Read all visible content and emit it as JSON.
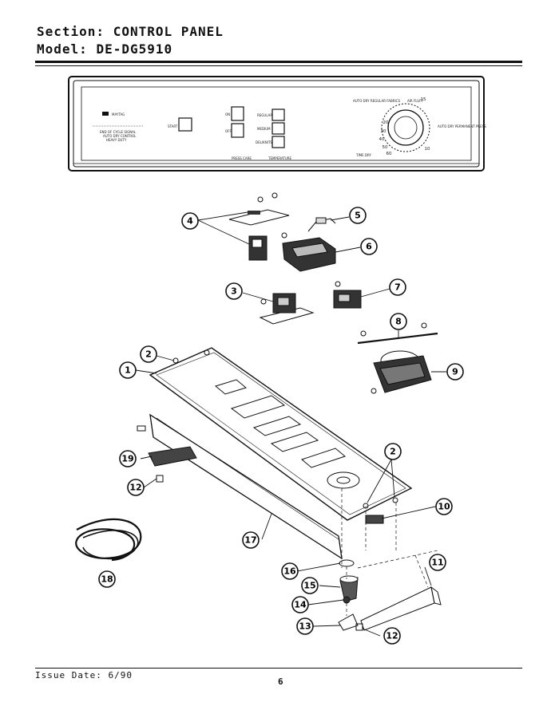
{
  "header": {
    "section_label": "Section:",
    "section_value": "CONTROL PANEL",
    "model_label": "Model:",
    "model_value": "DE-DG5910"
  },
  "panel": {
    "brand": "MAYTAG",
    "start_label": "START",
    "on_label": "ON",
    "off_label": "OFF",
    "eoc_label": "END OF CYCLE SIGNAL",
    "autodry_label": "AUTO DRY CONTROL",
    "heavy_duty_label": "HEAVY DUTY",
    "regular_label": "REGULAR",
    "medium_label": "MEDIUM",
    "delicate_label": "DEL/KNITS",
    "press_care_label": "PRESS CARE",
    "temperature_label": "TEMPERATURE",
    "timer": {
      "auto_dry_regular": "AUTO DRY REGULAR FABRICS",
      "auto_dry_perm": "AUTO DRY PERMANENT PRESS",
      "time_dry": "TIME DRY",
      "air_fluff": "AIR FLUFF",
      "numbers": [
        "15",
        "20",
        "30",
        "40",
        "50",
        "60",
        "10"
      ]
    }
  },
  "callouts": [
    "1",
    "2",
    "2",
    "2",
    "3",
    "4",
    "5",
    "6",
    "7",
    "8",
    "9",
    "10",
    "11",
    "12",
    "12",
    "13",
    "14",
    "15",
    "16",
    "17",
    "18",
    "19"
  ],
  "footer": {
    "issue_date": "Issue Date: 6/90",
    "page_number": "6"
  }
}
